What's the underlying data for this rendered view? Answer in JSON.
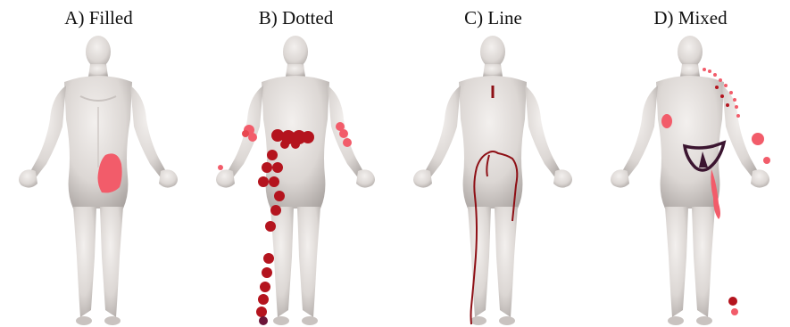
{
  "panels": [
    {
      "label": "A) Filled",
      "view": "front",
      "sex": "male"
    },
    {
      "label": "B) Dotted",
      "view": "back",
      "sex": "female"
    },
    {
      "label": "C) Line",
      "view": "back",
      "sex": "male"
    },
    {
      "label": "D) Mixed",
      "view": "front",
      "sex": "female"
    }
  ],
  "colors": {
    "skin_light": "#f1eeec",
    "skin_mid": "#d9d4d1",
    "skin_dark": "#a9a3a0",
    "pink": "#f25c6a",
    "dark_red": "#b4141e",
    "line_red": "#8e1016",
    "purple": "#3b1530"
  }
}
